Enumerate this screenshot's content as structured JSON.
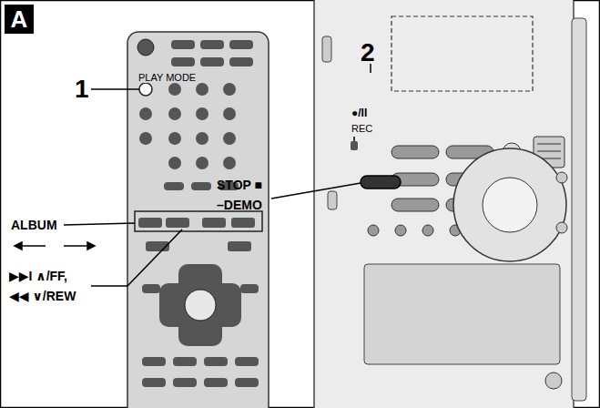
{
  "diagram": {
    "nodes": [
      {
        "text": [
          "A"
        ]
      }
    ],
    "labels": [
      "1",
      "PLAY MODE",
      "ALBUM",
      "▶▶I ∧/FF,",
      "◀◀ ∨/REW",
      "2",
      "●/II",
      "REC",
      "STOP ■",
      "–DEMO"
    ]
  }
}
